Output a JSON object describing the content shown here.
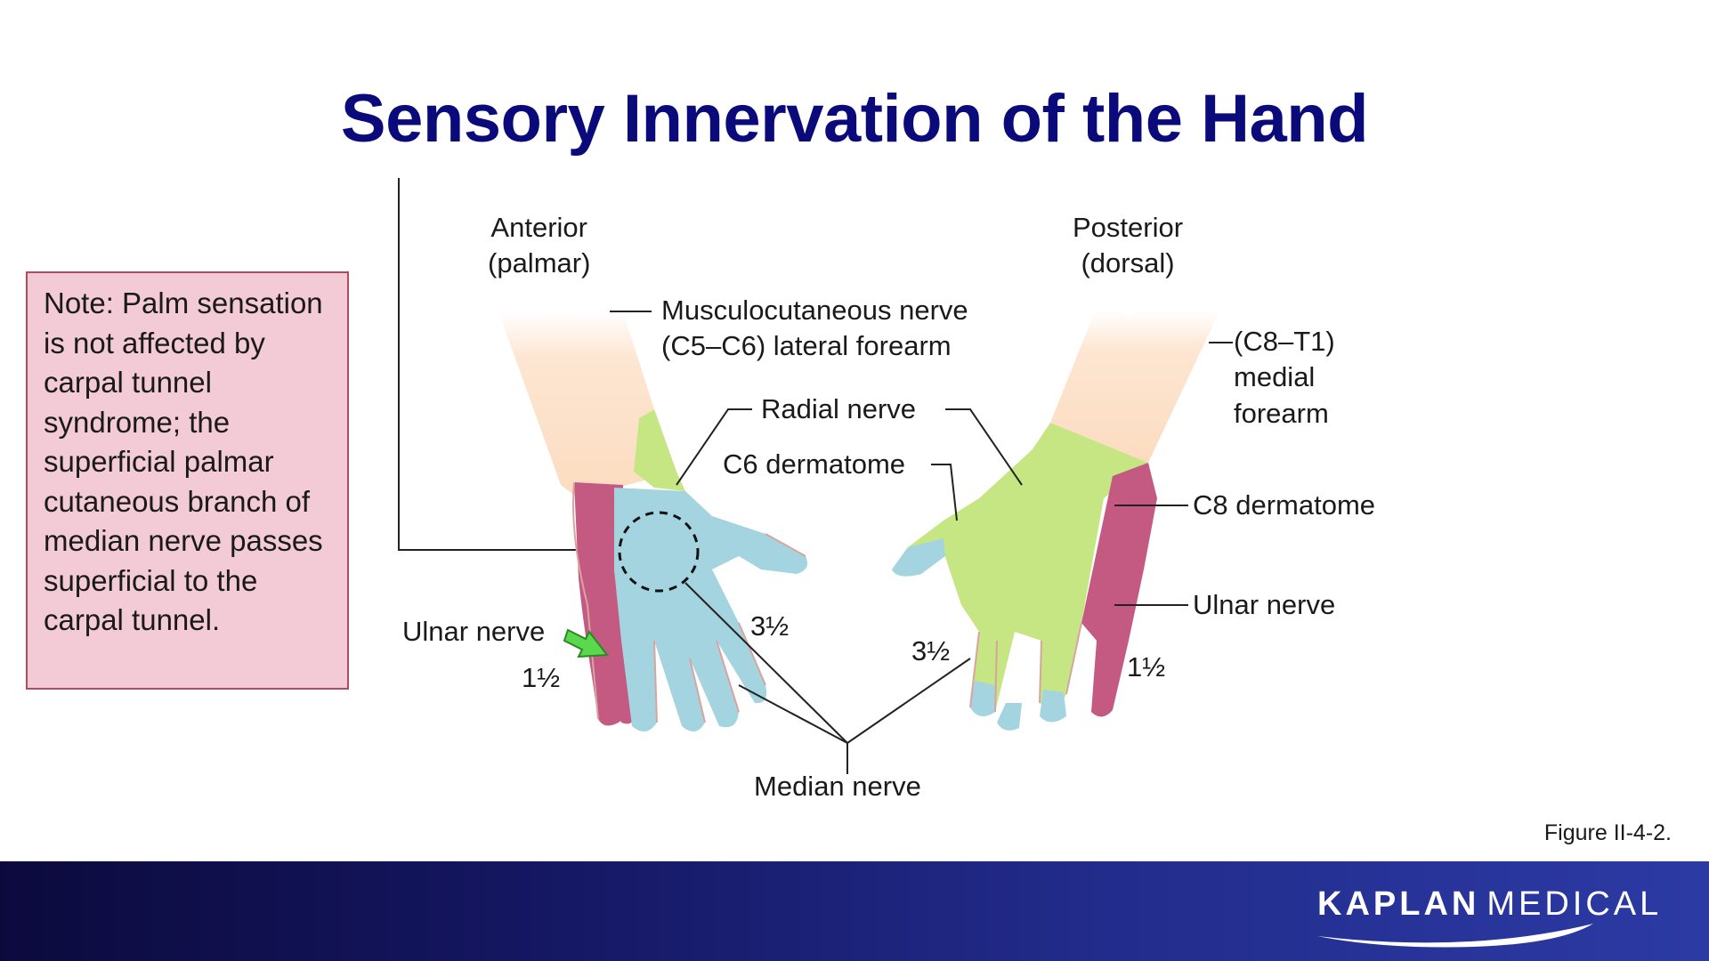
{
  "title": "Sensory Innervation of the Hand",
  "note": "Note: Palm sensation is not affected by carpal tunnel syndrome; the superficial palmar cutaneous branch of median nerve passes superficial to the carpal tunnel.",
  "anterior": {
    "line1": "Anterior",
    "line2": "(palmar)"
  },
  "posterior": {
    "line1": "Posterior",
    "line2": "(dorsal)"
  },
  "labels": {
    "musculocutaneous_1": "Musculocutaneous nerve",
    "musculocutaneous_2": "(C5–C6) lateral forearm",
    "radial": "Radial nerve",
    "c6": "C6 dermatome",
    "c8t1_1": "(C8–T1)",
    "c8t1_2": "medial",
    "c8t1_3": "forearm",
    "c8": "C8 dermatome",
    "ulnar_right": "Ulnar nerve",
    "ulnar_left": "Ulnar nerve",
    "one_half_left": "1½",
    "three_half_left": "3½",
    "three_half_right": "3½",
    "one_half_right": "1½",
    "median": "Median nerve"
  },
  "figure": "Figure II-4-2.",
  "brand": {
    "name": "KAPLAN",
    "suffix": "MEDICAL"
  },
  "colors": {
    "title": "#0a0a7a",
    "skin": "#fcdcc0",
    "radial_green": "#c6e684",
    "median_blue": "#a4d4e0",
    "ulnar_magenta": "#c45a82",
    "note_bg": "#f3cbd6",
    "arrow_green": "#5cd84e",
    "footer_start": "#0c0a3d",
    "footer_end": "#2c3aa4"
  }
}
